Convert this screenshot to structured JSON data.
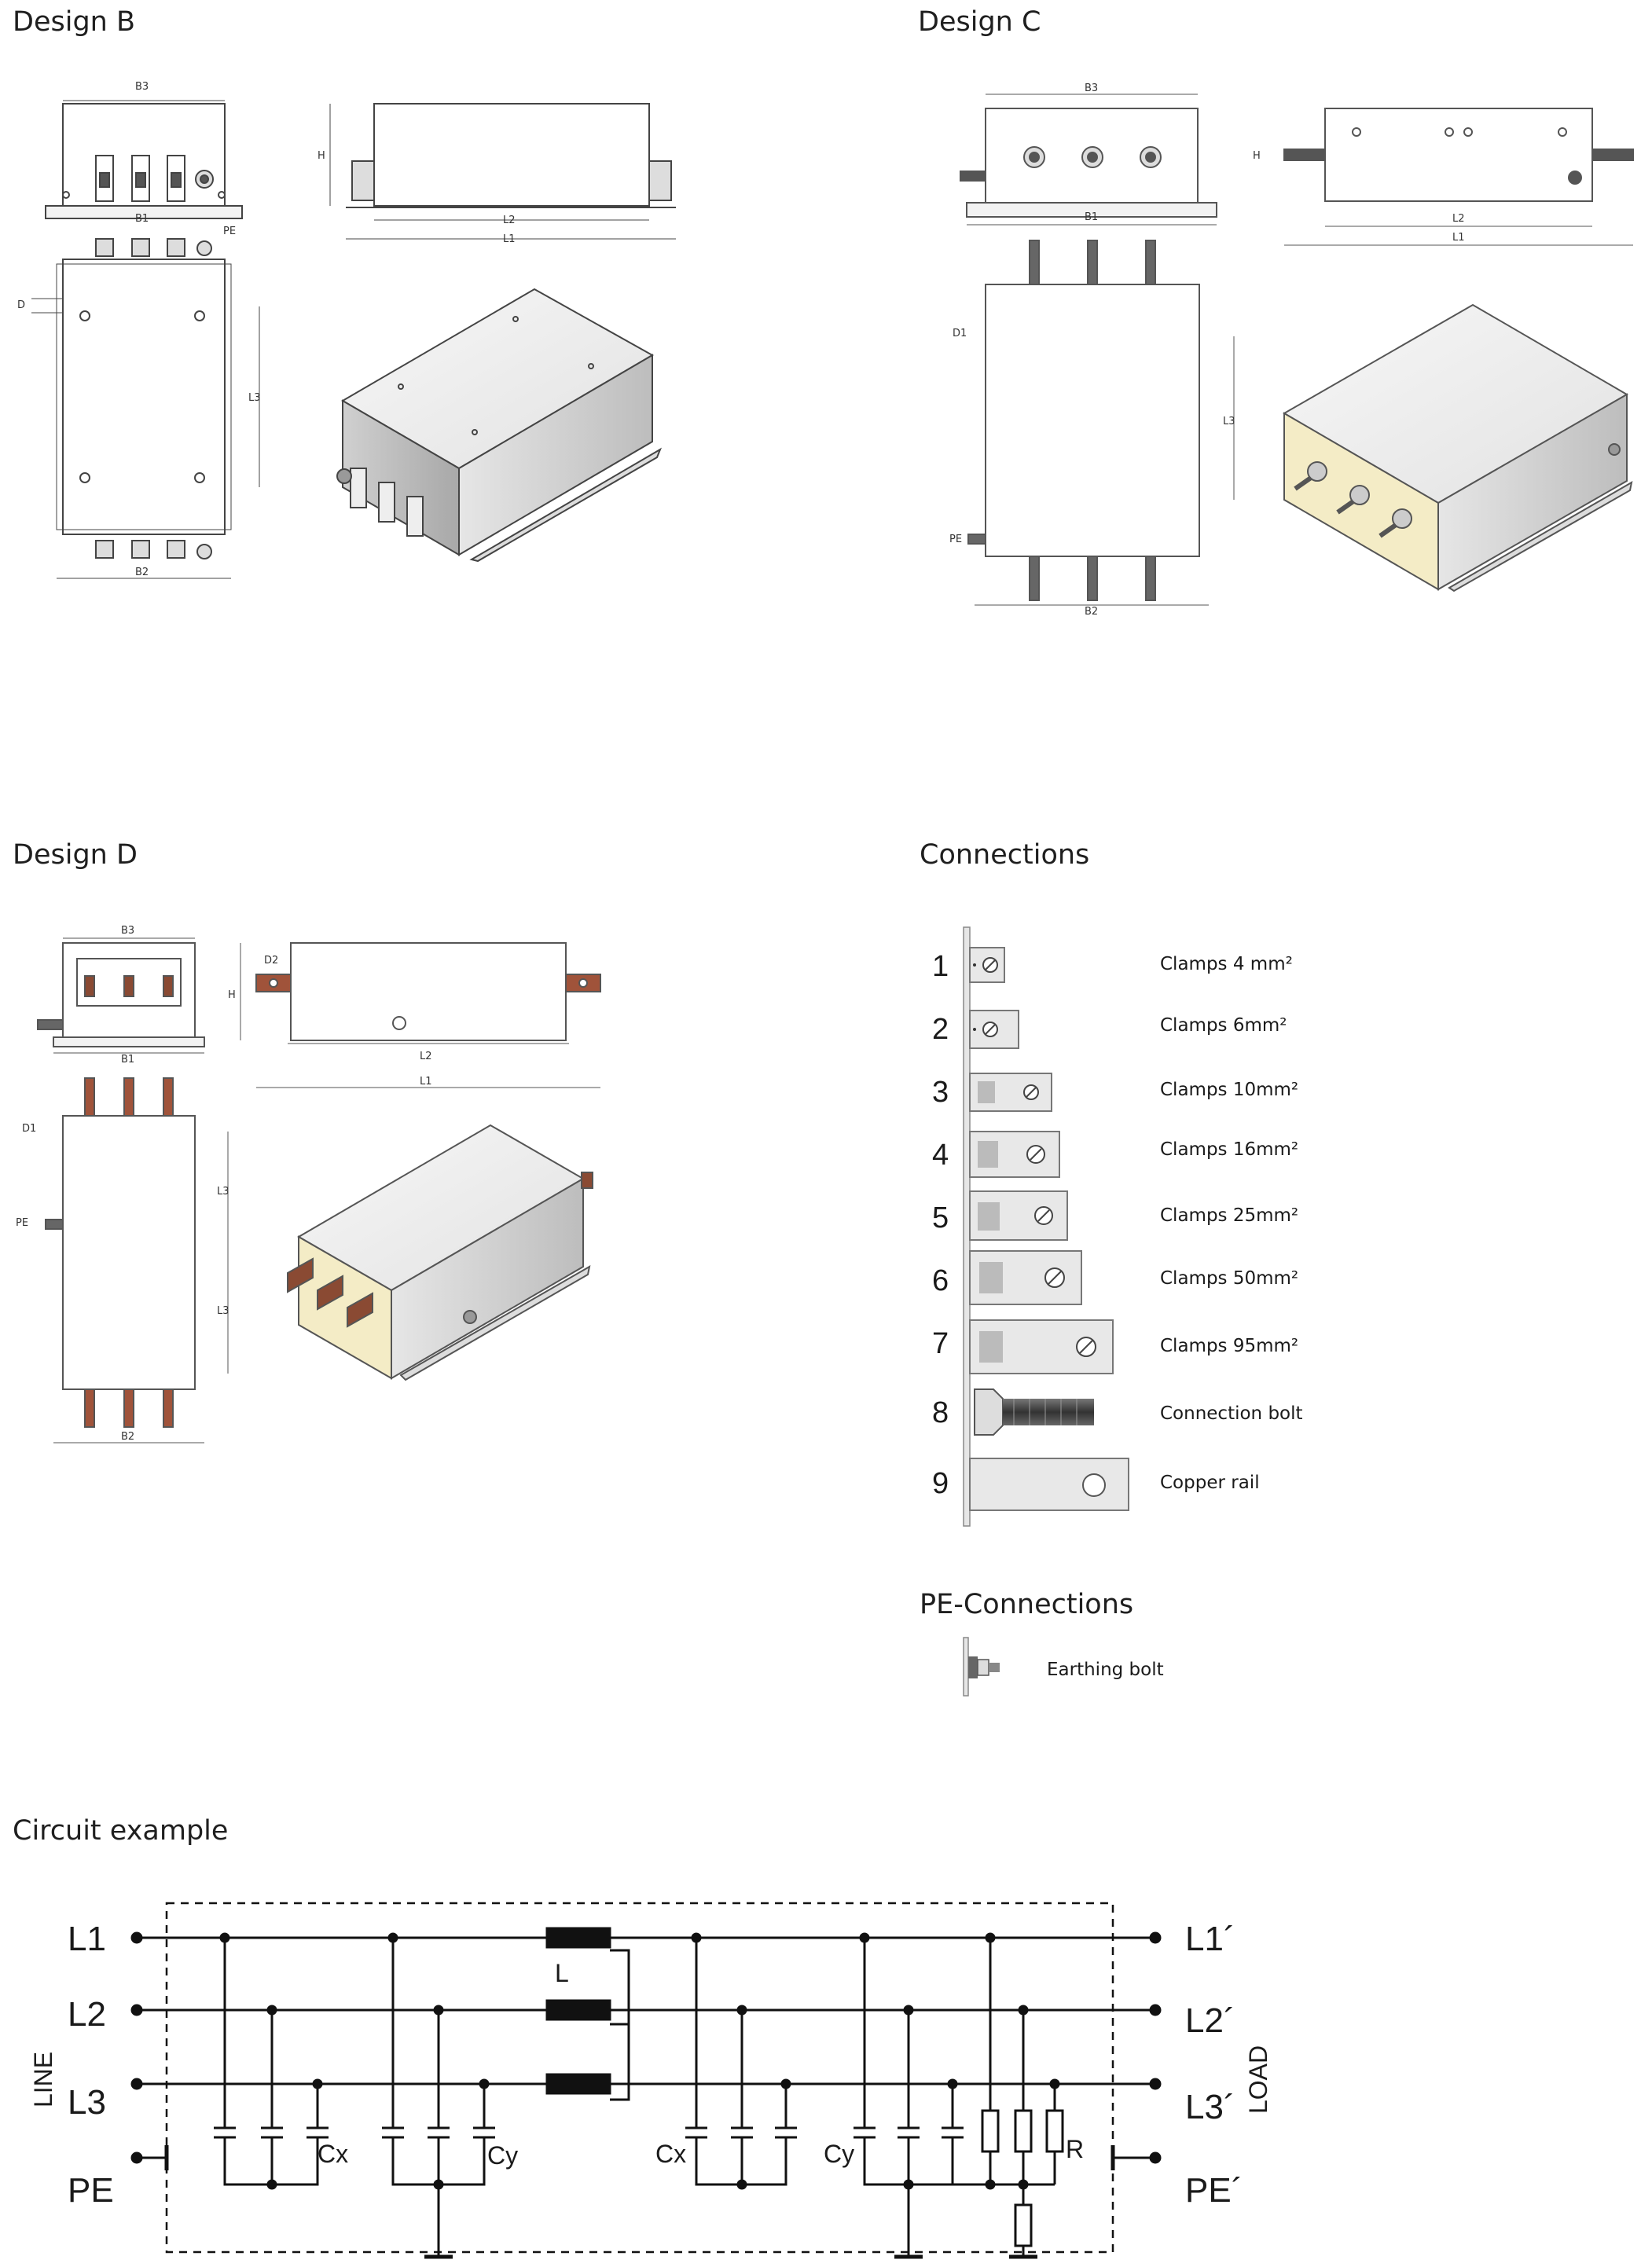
{
  "sections": {
    "design_b": "Design B",
    "design_c": "Design C",
    "design_d": "Design D",
    "connections": "Connections",
    "pe_connections": "PE-Connections",
    "circuit_example": "Circuit example"
  },
  "dimensions": {
    "b1": "B1",
    "b2": "B2",
    "b3": "B3",
    "l1": "L1",
    "l2": "L2",
    "l3": "L3",
    "h": "H",
    "d": "D",
    "d1": "D1",
    "d2": "D2",
    "pe": "PE"
  },
  "connections": [
    {
      "num": "1",
      "label": "Clamps 4 mm²"
    },
    {
      "num": "2",
      "label": "Clamps 6mm²"
    },
    {
      "num": "3",
      "label": "Clamps 10mm²"
    },
    {
      "num": "4",
      "label": "Clamps 16mm²"
    },
    {
      "num": "5",
      "label": "Clamps 25mm²"
    },
    {
      "num": "6",
      "label": "Clamps 50mm²"
    },
    {
      "num": "7",
      "label": "Clamps 95mm²"
    },
    {
      "num": "8",
      "label": "Connection bolt"
    },
    {
      "num": "9",
      "label": "Copper rail"
    }
  ],
  "pe_connection": {
    "label": "Earthing bolt"
  },
  "circuit": {
    "line_in": [
      "L1",
      "L2",
      "L3",
      "PE"
    ],
    "line_out": [
      "L1´",
      "L2´",
      "L3´",
      "PE´"
    ],
    "side_left": "LINE",
    "side_right": "LOAD",
    "inductor": "L",
    "cx1": "Cx",
    "cy1": "Cy",
    "cx2": "Cx",
    "cy2": "Cy",
    "resistor": "R"
  }
}
